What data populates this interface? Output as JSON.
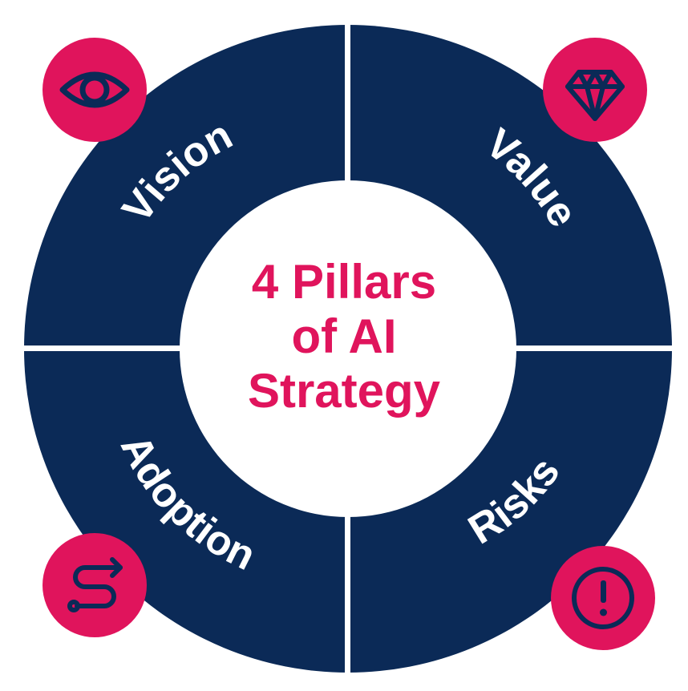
{
  "title_lines": [
    "4 Pillars",
    "of AI",
    "Strategy"
  ],
  "colors": {
    "ring": "#0b2a57",
    "accent": "#e0145c",
    "background": "#ffffff",
    "label": "#ffffff"
  },
  "pillars": [
    {
      "label": "Vision",
      "icon": "eye-icon"
    },
    {
      "label": "Value",
      "icon": "diamond-icon"
    },
    {
      "label": "Adoption",
      "icon": "path-arrow-icon"
    },
    {
      "label": "Risks",
      "icon": "exclamation-icon"
    }
  ]
}
